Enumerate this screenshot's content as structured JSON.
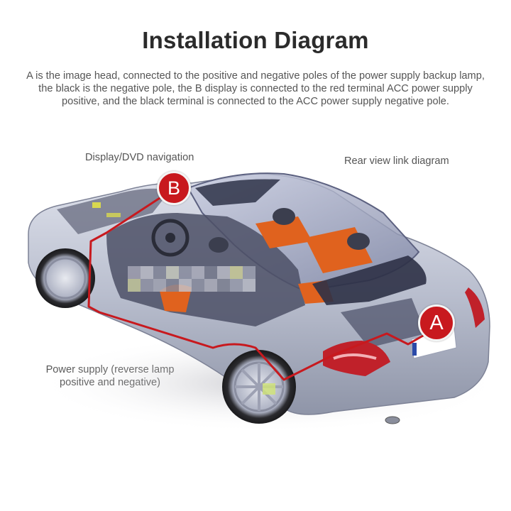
{
  "header": {
    "title": "Installation Diagram",
    "description": "A is the image head, connected to the positive and negative poles of the power supply backup lamp, the black is the negative pole, the B display is connected to the red terminal ACC power supply positive, and the black terminal is connected to the ACC power supply negative pole."
  },
  "labels": {
    "display": "Display/DVD navigation",
    "rear": "Rear view link diagram",
    "power": "Power supply (reverse lamp positive and negative)"
  },
  "markers": {
    "b": "B",
    "a": "A"
  },
  "colors": {
    "cable": "#c8191e",
    "badge": "#c8191e",
    "car_body": "#b7bccb",
    "seat_accent": "#e0621e"
  }
}
